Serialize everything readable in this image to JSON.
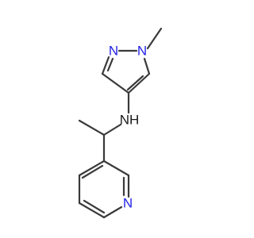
{
  "molecule": {
    "colors": {
      "bond": "#3a3a3a",
      "nitrogen": "#2323e6",
      "nh": "#1a1a1a",
      "background": "#ffffff"
    },
    "atoms": {
      "pyrazole_n2": "N",
      "pyrazole_n1": "N",
      "amine_nh": "NH",
      "pyridine_n": "N"
    }
  }
}
